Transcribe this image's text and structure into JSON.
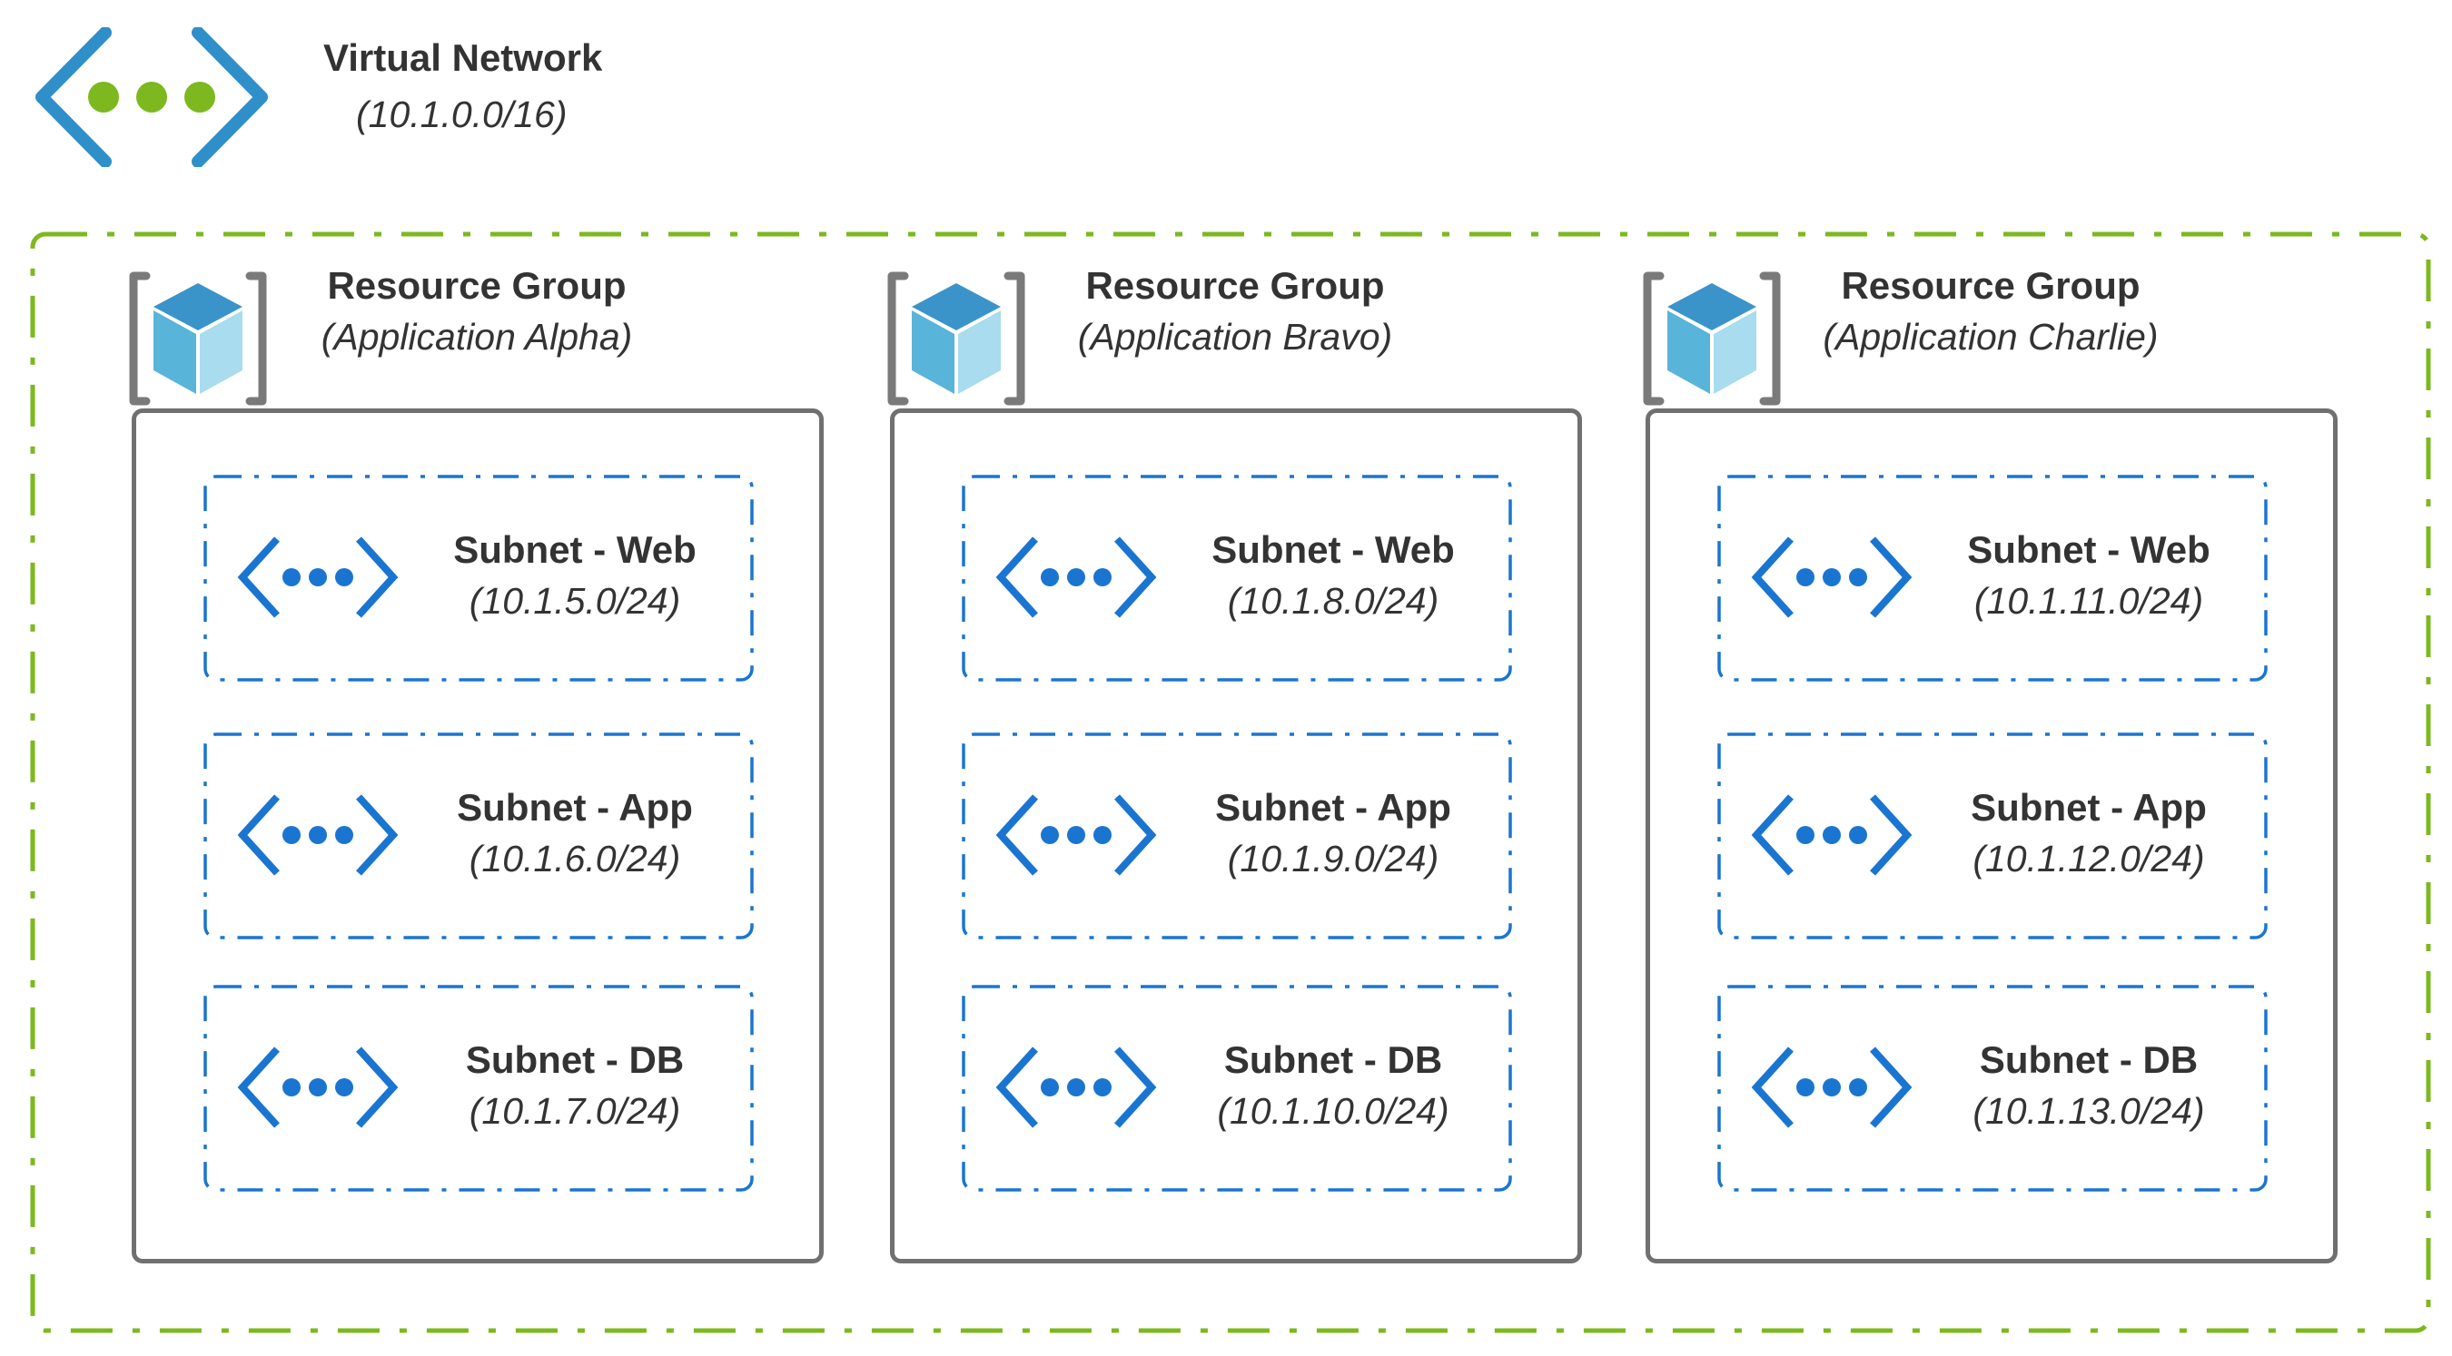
{
  "colors": {
    "vnet_green": "#7db81f",
    "vnet_blue": "#2f8fc9",
    "subnet_blue": "#1a75d1",
    "rg_border": "#707070",
    "rg_icon_gray": "#7a7a7a",
    "cube_top": "#3b94c9",
    "cube_left": "#59b4d9",
    "cube_right": "#a8dcee",
    "text": "#333333"
  },
  "vnet": {
    "title": "Virtual Network",
    "cidr": "(10.1.0.0/16)",
    "icon": "virtual-network-icon"
  },
  "resource_groups": [
    {
      "title": "Resource Group",
      "subtitle": "(Application Alpha)",
      "icon": "resource-group-icon",
      "subnets": [
        {
          "name": "Subnet - Web",
          "cidr": "(10.1.5.0/24)",
          "icon": "subnet-icon"
        },
        {
          "name": "Subnet - App",
          "cidr": "(10.1.6.0/24)",
          "icon": "subnet-icon"
        },
        {
          "name": "Subnet - DB",
          "cidr": "(10.1.7.0/24)",
          "icon": "subnet-icon"
        }
      ]
    },
    {
      "title": "Resource Group",
      "subtitle": "(Application Bravo)",
      "icon": "resource-group-icon",
      "subnets": [
        {
          "name": "Subnet - Web",
          "cidr": "(10.1.8.0/24)",
          "icon": "subnet-icon"
        },
        {
          "name": "Subnet - App",
          "cidr": "(10.1.9.0/24)",
          "icon": "subnet-icon"
        },
        {
          "name": "Subnet - DB",
          "cidr": "(10.1.10.0/24)",
          "icon": "subnet-icon"
        }
      ]
    },
    {
      "title": "Resource Group",
      "subtitle": "(Application Charlie)",
      "icon": "resource-group-icon",
      "subnets": [
        {
          "name": "Subnet - Web",
          "cidr": "(10.1.11.0/24)",
          "icon": "subnet-icon"
        },
        {
          "name": "Subnet - App",
          "cidr": "(10.1.12.0/24)",
          "icon": "subnet-icon"
        },
        {
          "name": "Subnet - DB",
          "cidr": "(10.1.13.0/24)",
          "icon": "subnet-icon"
        }
      ]
    }
  ]
}
